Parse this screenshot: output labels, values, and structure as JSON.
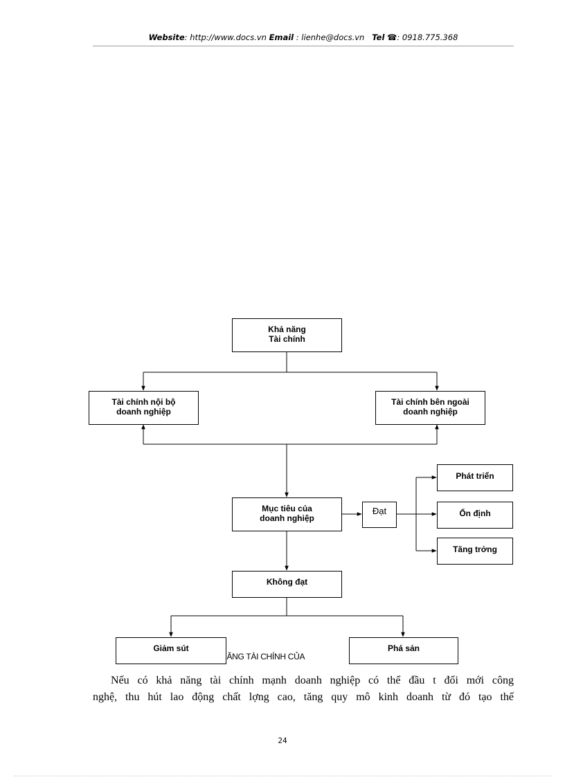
{
  "header": {
    "website_label": "Website",
    "website_value": ": http://www.docs.vn",
    "email_label": "Email",
    "email_value": " : lienhe@docs.vn",
    "tel_label": "Tel",
    "tel_icon": "phone-icon",
    "tel_value": ": 0918.775.368"
  },
  "diagram": {
    "kha_nang": [
      "Khả năng",
      "Tài chính"
    ],
    "noi_bo": [
      "Tài chính nội bộ",
      "doanh nghiệp"
    ],
    "ben_ngoai": [
      "Tài chính bên ngoài",
      "doanh nghiệp"
    ],
    "muc_tieu": [
      "Mục tiêu của",
      "doanh nghiệp"
    ],
    "dat": "Đạt",
    "phat_trien": "Phát triển",
    "on_dinh": "Ổn định",
    "tang_truong": "Tăng trởng",
    "khong_dat": "Không đạt",
    "giam_sut": "Giảm sút",
    "pha_san": "Phá sản"
  },
  "caption": "HẢ NĂNG TÀI CHÍNH CỦA",
  "paragraph": {
    "line1": "Nếu có khả năng tài chính mạnh doanh nghiệp có thể đầu t  đổi mới công",
    "line2": "nghệ, thu hút lao động chất lợng  cao, tăng quy mô kinh doanh từ đó tạo thế"
  },
  "page_number": "24"
}
